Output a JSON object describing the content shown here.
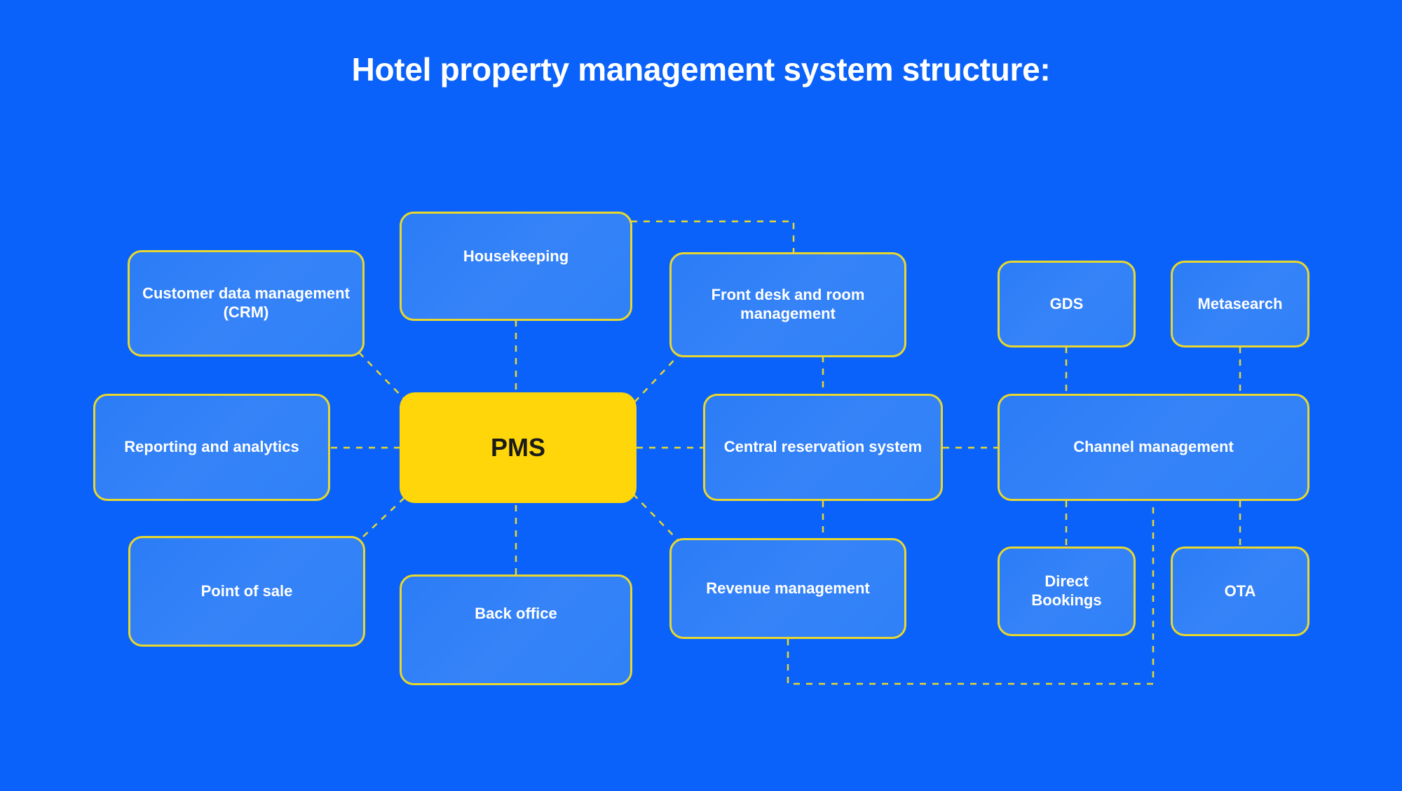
{
  "page": {
    "title": "Hotel property management system structure:",
    "background_color": "#0a62fa",
    "box_fill_color": "#2f80f7",
    "box_border_color": "#e8d72e",
    "hub_fill_color": "#ffd60a",
    "hub_text_color": "#1b1b1b",
    "connector_color": "#e8d72e",
    "text_color": "#ffffff"
  },
  "diagram": {
    "type": "node-link-diagram",
    "hub": {
      "id": "pms",
      "label": "PMS"
    },
    "nodes": [
      {
        "id": "crm",
        "label": "Customer data management (CRM)"
      },
      {
        "id": "housekeeping",
        "label": "Housekeeping"
      },
      {
        "id": "frontdesk",
        "label": "Front desk and room management"
      },
      {
        "id": "gds",
        "label": "GDS"
      },
      {
        "id": "metasearch",
        "label": "Metasearch"
      },
      {
        "id": "reporting",
        "label": "Reporting and analytics"
      },
      {
        "id": "pms",
        "label": "PMS"
      },
      {
        "id": "crs",
        "label": "Central reservation system"
      },
      {
        "id": "channel",
        "label": "Channel management"
      },
      {
        "id": "pos",
        "label": "Point of sale"
      },
      {
        "id": "backoffice",
        "label": "Back office"
      },
      {
        "id": "revenue",
        "label": "Revenue management"
      },
      {
        "id": "direct",
        "label": "Direct Bookings"
      },
      {
        "id": "ota",
        "label": "OTA"
      }
    ],
    "edges": [
      {
        "from": "crm",
        "to": "pms",
        "style": "dashed"
      },
      {
        "from": "housekeeping",
        "to": "pms",
        "style": "dashed"
      },
      {
        "from": "housekeeping",
        "to": "frontdesk",
        "style": "dashed"
      },
      {
        "from": "reporting",
        "to": "pms",
        "style": "dashed"
      },
      {
        "from": "pos",
        "to": "pms",
        "style": "dashed"
      },
      {
        "from": "backoffice",
        "to": "pms",
        "style": "dashed"
      },
      {
        "from": "pms",
        "to": "frontdesk",
        "style": "dashed"
      },
      {
        "from": "pms",
        "to": "crs",
        "style": "dashed"
      },
      {
        "from": "pms",
        "to": "revenue",
        "style": "dashed"
      },
      {
        "from": "frontdesk",
        "to": "crs",
        "style": "dashed"
      },
      {
        "from": "crs",
        "to": "revenue",
        "style": "dashed"
      },
      {
        "from": "crs",
        "to": "channel",
        "style": "dashed"
      },
      {
        "from": "gds",
        "to": "channel",
        "style": "dashed"
      },
      {
        "from": "metasearch",
        "to": "channel",
        "style": "dashed"
      },
      {
        "from": "channel",
        "to": "direct",
        "style": "dashed"
      },
      {
        "from": "channel",
        "to": "ota",
        "style": "dashed"
      },
      {
        "from": "revenue",
        "to": "channel",
        "style": "dashed"
      }
    ]
  }
}
